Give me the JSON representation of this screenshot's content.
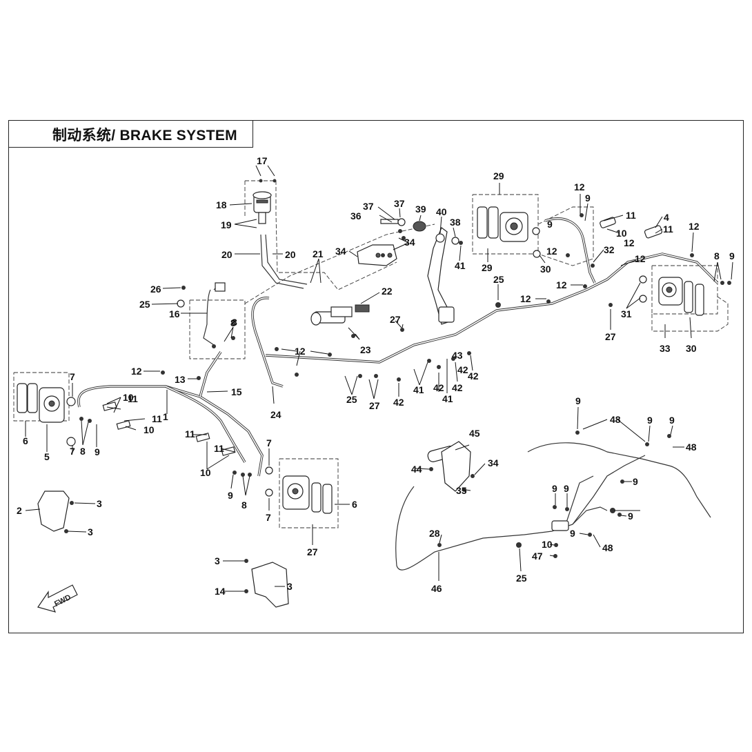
{
  "title": "制动系统/ BRAKE SYSTEM",
  "fwd_label": "FWD",
  "callouts": [
    {
      "id": "c17",
      "text": "17"
    },
    {
      "id": "c18",
      "text": "18"
    },
    {
      "id": "c19",
      "text": "19"
    },
    {
      "id": "c20a",
      "text": "20"
    },
    {
      "id": "c20b",
      "text": "20"
    },
    {
      "id": "c21",
      "text": "21"
    },
    {
      "id": "c22",
      "text": "22"
    },
    {
      "id": "c23",
      "text": "23"
    },
    {
      "id": "c24",
      "text": "24"
    },
    {
      "id": "c25a",
      "text": "25"
    },
    {
      "id": "c25b",
      "text": "25"
    },
    {
      "id": "c25c",
      "text": "25"
    },
    {
      "id": "c25d",
      "text": "25"
    },
    {
      "id": "c26",
      "text": "26"
    },
    {
      "id": "c16",
      "text": "16"
    },
    {
      "id": "c8a",
      "text": "8"
    },
    {
      "id": "c12a",
      "text": "12"
    },
    {
      "id": "c12b",
      "text": "12"
    },
    {
      "id": "c12c",
      "text": "12"
    },
    {
      "id": "c12d",
      "text": "12"
    },
    {
      "id": "c12e",
      "text": "12"
    },
    {
      "id": "c12f",
      "text": "12"
    },
    {
      "id": "c12g",
      "text": "12"
    },
    {
      "id": "c12h",
      "text": "12"
    },
    {
      "id": "c12i",
      "text": "12"
    },
    {
      "id": "c13",
      "text": "13"
    },
    {
      "id": "c15",
      "text": "15"
    },
    {
      "id": "c7a",
      "text": "7"
    },
    {
      "id": "c7b",
      "text": "7"
    },
    {
      "id": "c7c",
      "text": "7"
    },
    {
      "id": "c7d",
      "text": "7"
    },
    {
      "id": "c6a",
      "text": "6"
    },
    {
      "id": "c6b",
      "text": "6"
    },
    {
      "id": "c5",
      "text": "5"
    },
    {
      "id": "c8b",
      "text": "8"
    },
    {
      "id": "c8c",
      "text": "8"
    },
    {
      "id": "c8d",
      "text": "8"
    },
    {
      "id": "c8e",
      "text": "8"
    },
    {
      "id": "c9a",
      "text": "9"
    },
    {
      "id": "c9b",
      "text": "9"
    },
    {
      "id": "c9c",
      "text": "9"
    },
    {
      "id": "c9d",
      "text": "9"
    },
    {
      "id": "c9e",
      "text": "9"
    },
    {
      "id": "c9f",
      "text": "9"
    },
    {
      "id": "c9g",
      "text": "9"
    },
    {
      "id": "c9h",
      "text": "9"
    },
    {
      "id": "c9i",
      "text": "9"
    },
    {
      "id": "c9j",
      "text": "9"
    },
    {
      "id": "c9k",
      "text": "9"
    },
    {
      "id": "c9l",
      "text": "9"
    },
    {
      "id": "c9m",
      "text": "9"
    },
    {
      "id": "c10a",
      "text": "10"
    },
    {
      "id": "c10b",
      "text": "10"
    },
    {
      "id": "c10c",
      "text": "10"
    },
    {
      "id": "c10d",
      "text": "10"
    },
    {
      "id": "c10e",
      "text": "10"
    },
    {
      "id": "c11a",
      "text": "11"
    },
    {
      "id": "c11b",
      "text": "11"
    },
    {
      "id": "c11c",
      "text": "11"
    },
    {
      "id": "c11d",
      "text": "11"
    },
    {
      "id": "c11e",
      "text": "11"
    },
    {
      "id": "c11f",
      "text": "11"
    },
    {
      "id": "c4",
      "text": "4"
    },
    {
      "id": "c1",
      "text": "1"
    },
    {
      "id": "c2",
      "text": "2"
    },
    {
      "id": "c3a",
      "text": "3"
    },
    {
      "id": "c3b",
      "text": "3"
    },
    {
      "id": "c3c",
      "text": "3"
    },
    {
      "id": "c3d",
      "text": "3"
    },
    {
      "id": "c14",
      "text": "14"
    },
    {
      "id": "c27a",
      "text": "27"
    },
    {
      "id": "c27b",
      "text": "27"
    },
    {
      "id": "c27c",
      "text": "27"
    },
    {
      "id": "c27d",
      "text": "27"
    },
    {
      "id": "c28",
      "text": "28"
    },
    {
      "id": "c29a",
      "text": "29"
    },
    {
      "id": "c29b",
      "text": "29"
    },
    {
      "id": "c30a",
      "text": "30"
    },
    {
      "id": "c30b",
      "text": "30"
    },
    {
      "id": "c31",
      "text": "31"
    },
    {
      "id": "c32",
      "text": "32"
    },
    {
      "id": "c33",
      "text": "33"
    },
    {
      "id": "c34a",
      "text": "34"
    },
    {
      "id": "c34b",
      "text": "34"
    },
    {
      "id": "c34c",
      "text": "34"
    },
    {
      "id": "c35",
      "text": "35"
    },
    {
      "id": "c36",
      "text": "36"
    },
    {
      "id": "c37a",
      "text": "37"
    },
    {
      "id": "c37b",
      "text": "37"
    },
    {
      "id": "c38",
      "text": "38"
    },
    {
      "id": "c39",
      "text": "39"
    },
    {
      "id": "c40",
      "text": "40"
    },
    {
      "id": "c41a",
      "text": "41"
    },
    {
      "id": "c41b",
      "text": "41"
    },
    {
      "id": "c41c",
      "text": "41"
    },
    {
      "id": "c42a",
      "text": "42"
    },
    {
      "id": "c42b",
      "text": "42"
    },
    {
      "id": "c42c",
      "text": "42"
    },
    {
      "id": "c42d",
      "text": "42"
    },
    {
      "id": "c42e",
      "text": "42"
    },
    {
      "id": "c43",
      "text": "43"
    },
    {
      "id": "c44",
      "text": "44"
    },
    {
      "id": "c45",
      "text": "45"
    },
    {
      "id": "c46",
      "text": "46"
    },
    {
      "id": "c47",
      "text": "47"
    },
    {
      "id": "c48a",
      "text": "48"
    },
    {
      "id": "c48b",
      "text": "48"
    },
    {
      "id": "c48c",
      "text": "48"
    }
  ]
}
